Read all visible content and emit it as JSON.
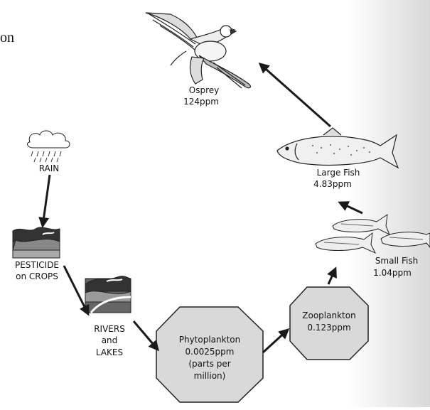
{
  "fragment_text": "on",
  "nodes": {
    "osprey": {
      "name": "Osprey",
      "value": "124ppm"
    },
    "large_fish": {
      "name": "Large Fish",
      "value": "4.83ppm"
    },
    "small_fish": {
      "name": "Small Fish",
      "value": "1.04ppm"
    },
    "zooplankton": {
      "name": "Zooplankton",
      "value": "0.123ppm"
    },
    "phytoplankton": {
      "name": "Phytoplankton",
      "value": "0.0025ppm",
      "note_line1": "(parts per",
      "note_line2": "million)"
    },
    "rain": {
      "name": "RAIN"
    },
    "pesticide": {
      "line1": "PESTICIDE",
      "line2": "on CROPS"
    },
    "rivers": {
      "line1": "RIVERS",
      "line2": "and",
      "line3": "LAKES"
    }
  },
  "colors": {
    "octagon_fill": "#d9d9d9",
    "octagon_stroke": "#222222",
    "arrow": "#1a1a1a",
    "shade": "#e6e6e6"
  },
  "icons": [
    "osprey-icon",
    "large-fish-icon",
    "small-fish-icon",
    "rain-cloud-icon",
    "pesticide-crops-icon",
    "rivers-lakes-icon"
  ]
}
